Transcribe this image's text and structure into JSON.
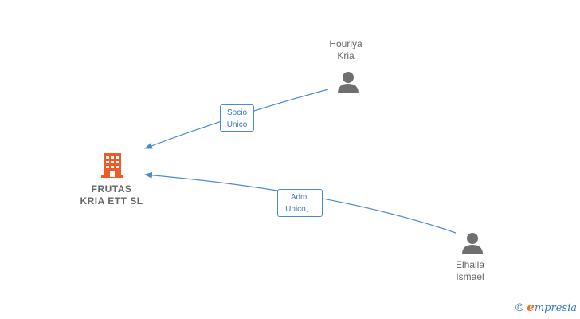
{
  "company": {
    "line1": "FRUTAS",
    "line2": "KRIA ETT  SL"
  },
  "persons": [
    {
      "line1": "Houriya",
      "line2": "Kria"
    },
    {
      "line1": "Elhaila",
      "line2": "Ismael"
    }
  ],
  "relations": [
    {
      "line1": "Socio",
      "line2": "Único"
    },
    {
      "line1": "Adm.",
      "line2": "Unico,..."
    }
  ],
  "footer": {
    "copyright": "©",
    "brand_initial": "e",
    "brand_rest": "mpresia"
  },
  "colors": {
    "edge": "#4a8ad4",
    "company_icon": "#f05a28",
    "person_icon": "#6f6f6f"
  }
}
